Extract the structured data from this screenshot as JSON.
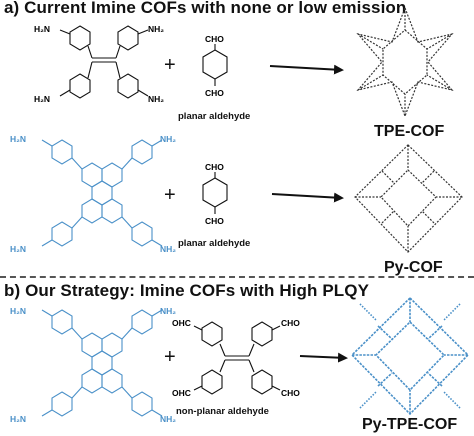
{
  "section_a": {
    "header": "a) Current Imine COFs with none or low emission",
    "row1": {
      "label": "planar aldehyde",
      "product": "TPE-COF",
      "plus": "+"
    },
    "row2": {
      "label": "planar aldehyde",
      "product": "Py-COF",
      "plus": "+"
    }
  },
  "section_b": {
    "header": "b) Our Strategy: Imine COFs with High PLQY",
    "row3": {
      "label": "non-planar  aldehyde",
      "product": "Py-TPE-COF",
      "plus": "+"
    }
  },
  "groups": {
    "amine": "NH₂",
    "amine_left": "H₂N",
    "aldehyde": "CHO",
    "aldehyde_left": "OHC"
  },
  "colors": {
    "blue": "#4a90c8",
    "black": "#111111"
  }
}
